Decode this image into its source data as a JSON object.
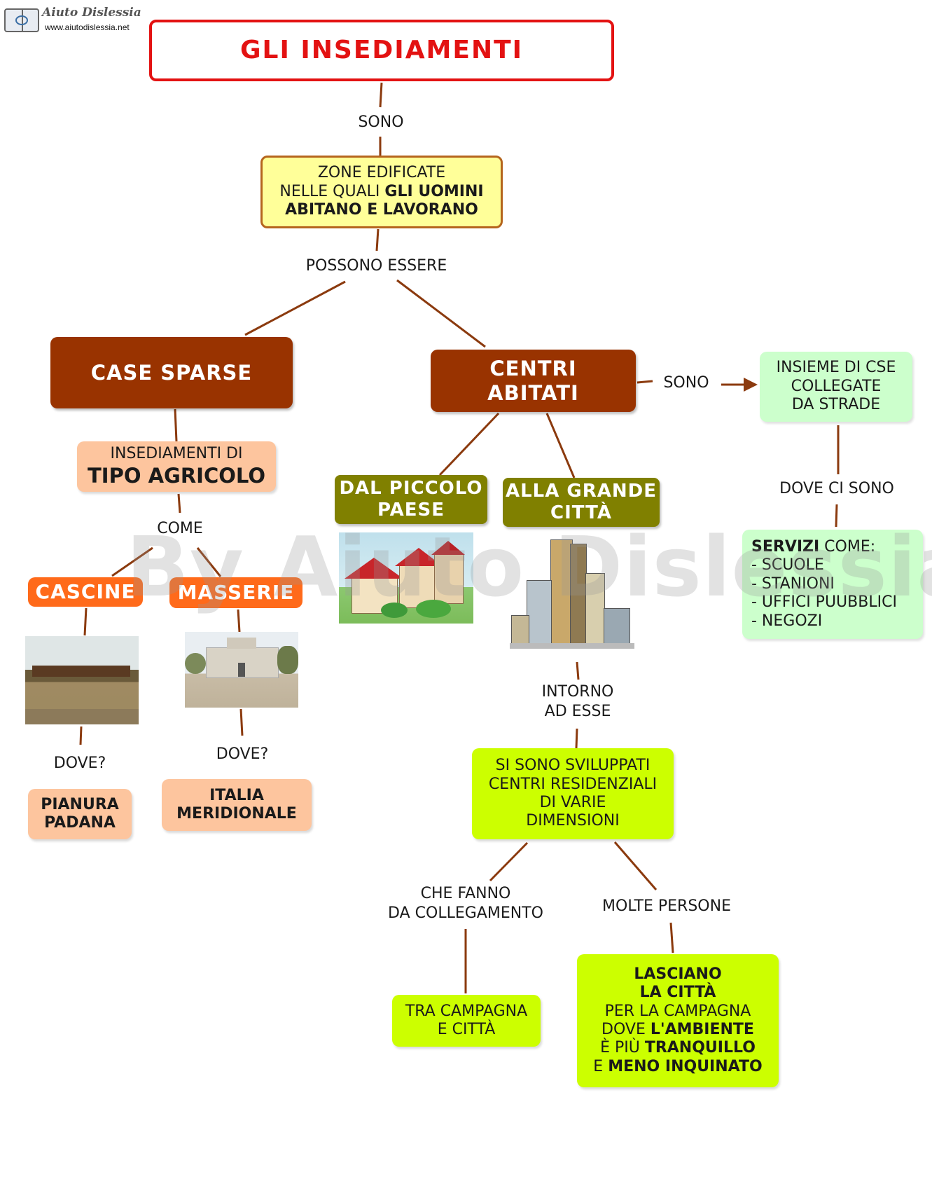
{
  "logo": {
    "name": "Aiuto Dislessia",
    "url": "www.aiutodislessia.net"
  },
  "watermark": "By Aiuto Dislessia.net",
  "title": "GLI INSEDIAMENTI",
  "links": {
    "sono": "SONO",
    "possono_essere": "POSSONO ESSERE",
    "sono_right": "SONO",
    "come": "COME",
    "dove_ci_sono": "DOVE CI SONO",
    "dove_left": "DOVE?",
    "dove_mid": "DOVE?",
    "intorno_1": "INTORNO",
    "intorno_2": "AD ESSE",
    "che_fanno_1": "CHE FANNO",
    "che_fanno_2": "DA COLLEGAMENTO",
    "molte_persone": "MOLTE PERSONE"
  },
  "zone": {
    "line1": "ZONE EDIFICATE",
    "line2_plain": "NELLE QUALI ",
    "line2_bold": "GLI UOMINI",
    "line3": "ABITANO E LAVORANO"
  },
  "case_sparse": "CASE SPARSE",
  "centri_abitati": {
    "line1": "CENTRI",
    "line2": "ABITATI"
  },
  "insediamenti": {
    "line1": "INSEDIAMENTI DI",
    "line2": "TIPO AGRICOLO"
  },
  "cascine": "CASCINE",
  "masserie": "MASSERIE",
  "pianura": {
    "line1": "PIANURA",
    "line2": "PADANA"
  },
  "italia": {
    "line1": "ITALIA",
    "line2": "MERIDIONALE"
  },
  "piccolo": {
    "line1": "DAL PICCOLO",
    "line2": "PAESE"
  },
  "grande": {
    "line1": "ALLA GRANDE",
    "line2": "CITTÀ"
  },
  "insieme": {
    "line1": "INSIEME DI CSE",
    "line2": "COLLEGATE",
    "line3": "DA STRADE"
  },
  "servizi": {
    "bold": "SERVIZI",
    "plain": " COME:",
    "items": [
      "- SCUOLE",
      "- STANIONI",
      "- UFFICI PUUBBLICI",
      "- NEGOZI"
    ]
  },
  "sviluppati": {
    "line1": "SI SONO SVILUPPATI",
    "line2": "CENTRI RESIDENZIALI",
    "line3": "DI VARIE",
    "line4": "DIMENSIONI"
  },
  "campagna": {
    "line1": "TRA CAMPAGNA",
    "line2": "E CITTÀ"
  },
  "lasciano": {
    "line1": "LASCIANO",
    "line2": "LA CITTÀ",
    "line3": "PER LA CAMPAGNA",
    "line4_plain": "DOVE ",
    "line4_bold": "L'AMBIENTE",
    "line5_plain": "È PIÙ ",
    "line5_bold": "TRANQUILLO",
    "line6_plain": "E ",
    "line6_bold": "MENO INQUINATO"
  },
  "colors": {
    "title_red": "#e31212",
    "brown": "#993300",
    "olive": "#808000",
    "orange": "#ff6a1a",
    "peach": "#fdc59e",
    "mint": "#ccffcc",
    "lime": "#ccff00",
    "yellow": "#ffff99",
    "connector": "#8b3a0e"
  }
}
